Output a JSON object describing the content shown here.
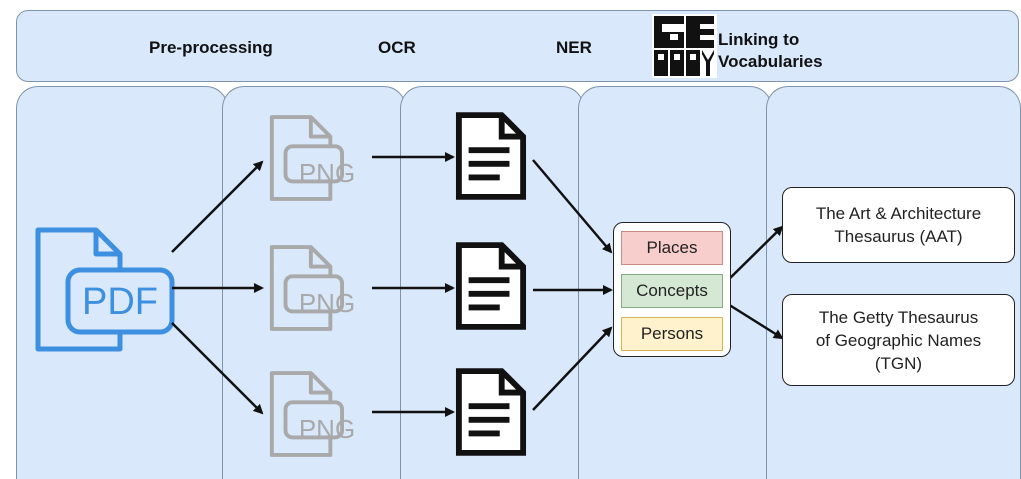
{
  "stages": {
    "preprocessing": "Pre-processing",
    "ocr": "OCR",
    "ner": "NER",
    "linking": [
      "Linking to",
      "Vocabularies"
    ]
  },
  "logo": {
    "text": "GETTY"
  },
  "icons": {
    "pdf": "PDF",
    "png": "PNG"
  },
  "entities": {
    "places": "Places",
    "concepts": "Concepts",
    "persons": "Persons"
  },
  "vocabularies": {
    "aat": [
      "The Art & Architecture",
      "Thesaurus (AAT)"
    ],
    "tgn": [
      "The Getty Thesaurus",
      "of Geographic Names",
      "(TGN)"
    ]
  },
  "colors": {
    "band_fill": "#dae8fc",
    "pdf_blue": "#3d8fe0",
    "png_gray": "#a9a9a9",
    "places": "#f8cecc",
    "concepts": "#d5e8d4",
    "persons": "#fff2cc"
  }
}
